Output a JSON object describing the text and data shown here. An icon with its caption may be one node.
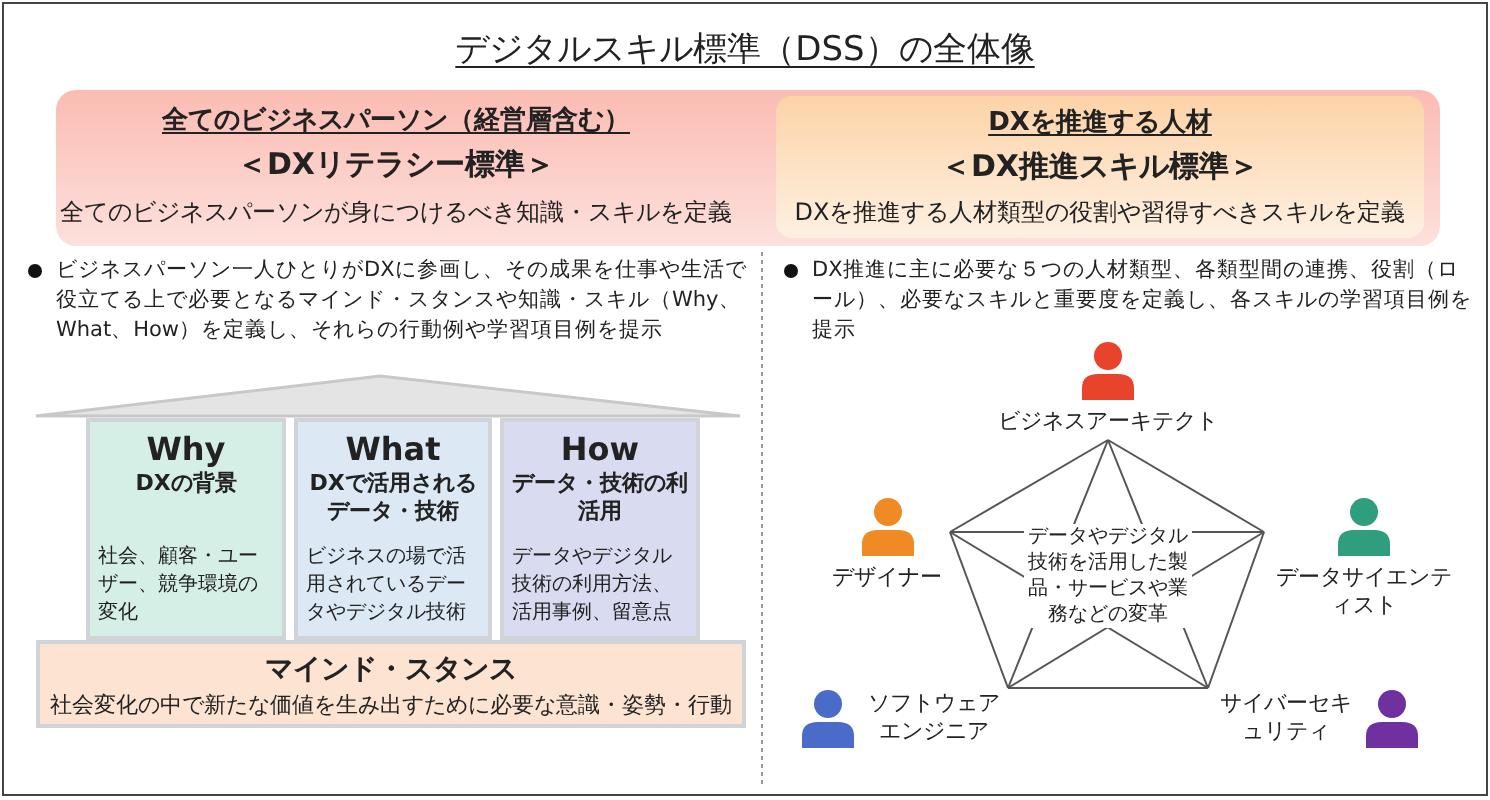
{
  "diagram": {
    "title": "デジタルスキル標準（DSS）の全体像",
    "nodes": [
      {
        "text": [
          "全てのビジネスパーソン（経営層含む）",
          "＜DXリテラシー標準＞",
          "全てのビジネスパーソンが身につけるべき知識・スキルを定義"
        ]
      },
      {
        "text": [
          "DXを推進する人材",
          "＜DX推進スキル標準＞",
          "DXを推進する人材類型の役割や習得すべきスキルを定義"
        ],
        "in": 0
      },
      {
        "text": [],
        "shape": "triangle"
      },
      {
        "text": [
          "Why",
          "DXの背景",
          "社会、顧客・ユーザー、競争環境の変化"
        ]
      },
      {
        "text": [
          "What",
          "DXで活用されるデータ・技術",
          "ビジネスの場で活用されているデータやデジタル技術"
        ]
      },
      {
        "text": [
          "How",
          "データ・技術の利活用",
          "データやデジタル技術の利用方法、活用事例、留意点"
        ]
      },
      {
        "text": [
          "マインド・スタンス",
          "社会変化の中で新たな価値を生み出すために必要な意識・姿勢・行動"
        ]
      },
      {
        "text": [
          "ビジネスアーキテクト"
        ]
      },
      {
        "text": [
          "デザイナー"
        ]
      },
      {
        "text": [
          "データサイエンティスト"
        ]
      },
      {
        "text": [
          "ソフトウェアエンジニア"
        ]
      },
      {
        "text": [
          "サイバーセキュリティ"
        ]
      }
    ],
    "edges": [
      {
        "from": 7,
        "to": 9,
        "arrow": "none"
      },
      {
        "from": 9,
        "to": 11,
        "arrow": "none"
      },
      {
        "from": 11,
        "to": 10,
        "arrow": "none"
      },
      {
        "from": 10,
        "to": 8,
        "arrow": "none"
      },
      {
        "from": 8,
        "to": 7,
        "arrow": "none"
      },
      {
        "from": 7,
        "to": 10,
        "arrow": "none"
      },
      {
        "from": 7,
        "to": 11,
        "arrow": "none"
      },
      {
        "from": 8,
        "to": 9,
        "arrow": "none"
      },
      {
        "from": 8,
        "to": 11,
        "arrow": "none"
      },
      {
        "from": 9,
        "to": 10,
        "arrow": "none"
      }
    ],
    "labels": [
      "ビジネスパーソン一人ひとりがDXに参画し、その成果を仕事や生活で役立てる上で必要となるマインド・スタンスや知識・スキル（Why、What、How）を定義し、それらの行動例や学習項目例を提示",
      "DX推進に主に必要な５つの人材類型、各類型間の連携、役割（ロール）、必要なスキルと重要度を定義し、各スキルの学習項目例を提示",
      "データやデジタル技術を活用した製品・サービスや業務などの変革"
    ]
  }
}
